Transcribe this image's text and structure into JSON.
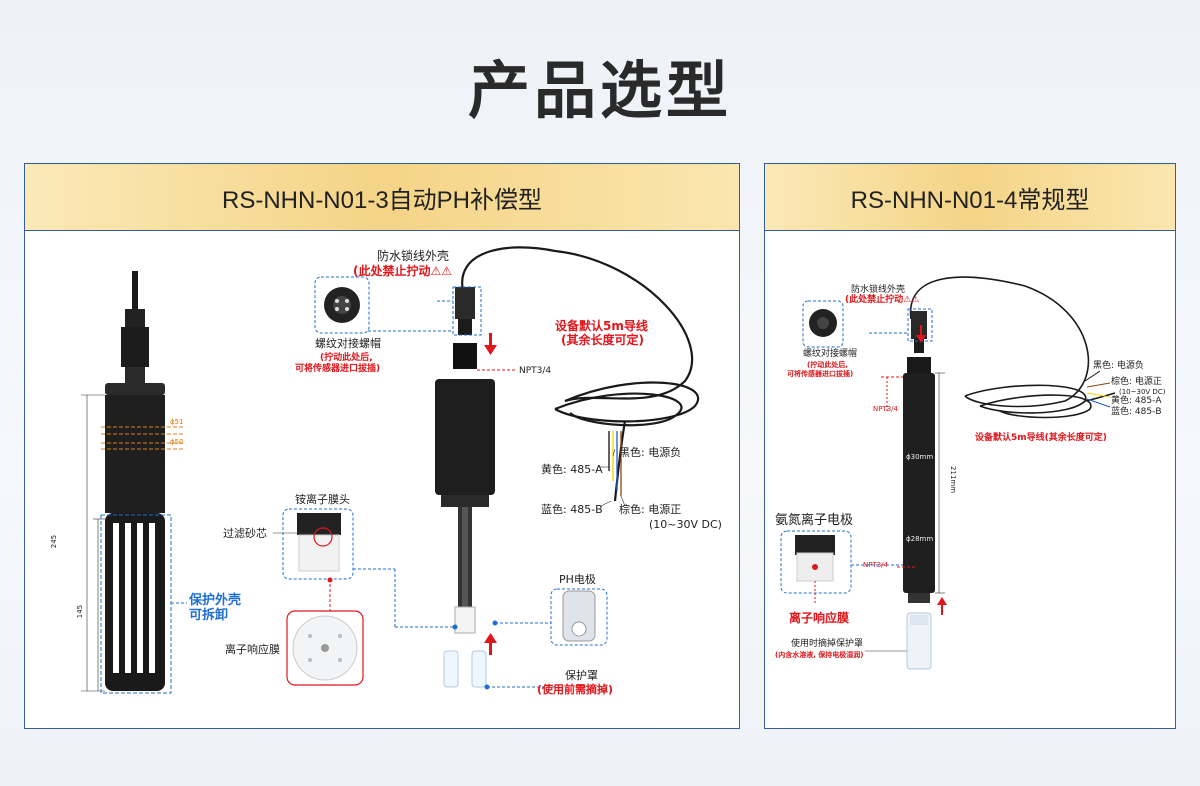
{
  "title": "产品选型",
  "left": {
    "header": "RS-NHN-N01-3自动PH补偿型",
    "dim_d51": "ϕ51",
    "dim_d50": "ϕ50",
    "dim_245": "245",
    "dim_145": "145",
    "shell_line1": "保护外壳",
    "shell_line2": "可拆卸",
    "waterproof_title": "防水锁线外壳",
    "waterproof_warn": "(此处禁止拧动",
    "thread_cap": "螺纹对接螺帽",
    "thread_note1": "(拧动此处后,",
    "thread_note2": "可将传感器进口拔插)",
    "npt": "NPT3/4",
    "cable_line1": "设备默认5m导线",
    "cable_line2": "(其余长度可定)",
    "black_wire": "黑色:  电源负",
    "yellow_wire": "黄色:  485-A",
    "blue_wire": "蓝色:  485-B",
    "brown_wire": "棕色:  电源正",
    "brown_range": "(10~30V DC)",
    "ion_head": "铵离子膜头",
    "filter": "过滤砂芯",
    "membrane": "离子响应膜",
    "ph_electrode": "PH电极",
    "cover": "保护罩",
    "cover_note": "(使用前需摘掉)"
  },
  "right": {
    "header": "RS-NHN-N01-4常规型",
    "waterproof_title": "防水锁线外壳",
    "waterproof_warn": "(此处禁止拧动",
    "thread_cap": "螺纹对接螺帽",
    "thread_note1": "(拧动此处后,",
    "thread_note2": "可将传感器进口拔插)",
    "npt_top": "NPT3/4",
    "npt_bottom": "NPT3/4",
    "dim_211": "211mm",
    "dim_d30": "ϕ30mm",
    "dim_d28": "ϕ28mm",
    "black_wire": "黑色:  电源负",
    "brown_wire": "棕色:  电源正",
    "brown_range": "(10~30V DC)",
    "yellow_wire": "黄色:   485-A",
    "blue_wire": "蓝色:   485-B",
    "cable_note": "设备默认5m导线(其余长度可定)",
    "electrode_title": "氨氮离子电极",
    "membrane": "离子响应膜",
    "cover_line1": "使用时摘掉保护罩",
    "cover_line2": "(内含水溶液, 保持电极湿润)"
  },
  "colors": {
    "accent_blue": "#1f6fd1",
    "warning_red": "#e0161b",
    "dim_orange": "#e07b1a",
    "header_gold": "#f4d486",
    "border_blue": "#355d9c"
  },
  "icons": [
    "warning-icon",
    "arrow-up-icon",
    "arrow-down-icon"
  ]
}
